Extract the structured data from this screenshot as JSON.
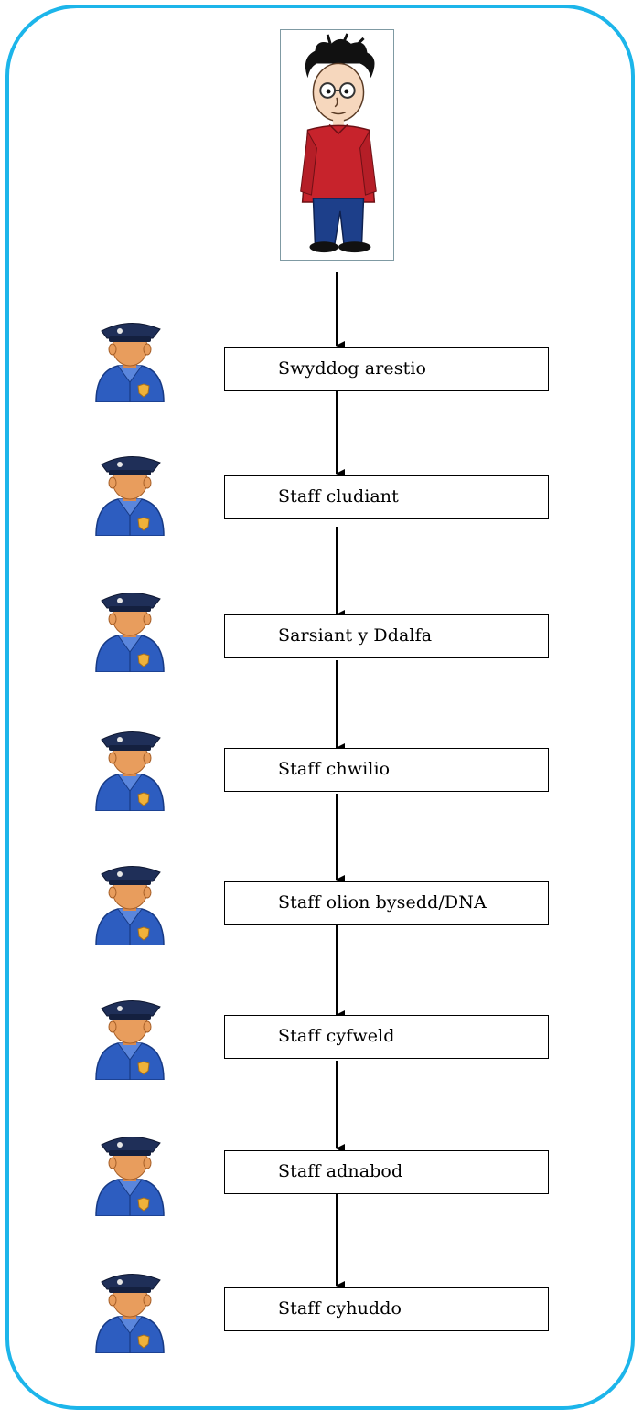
{
  "colors": {
    "frame": "#1cb5ea",
    "uniform": "#2d5dc0",
    "cap": "#1f2f58",
    "badge": "#f0b23a"
  },
  "icons": {
    "suspect": "cartoon-man-with-glasses",
    "officer": "police-officer-icon"
  },
  "steps": [
    {
      "label": "Swyddog arestio"
    },
    {
      "label": "Staff cludiant"
    },
    {
      "label": "Sarsiant y Ddalfa"
    },
    {
      "label": "Staff chwilio"
    },
    {
      "label": "Staff olion bysedd/DNA"
    },
    {
      "label": "Staff cyfweld"
    },
    {
      "label": "Staff adnabod"
    },
    {
      "label": "Staff cyhuddo"
    }
  ]
}
